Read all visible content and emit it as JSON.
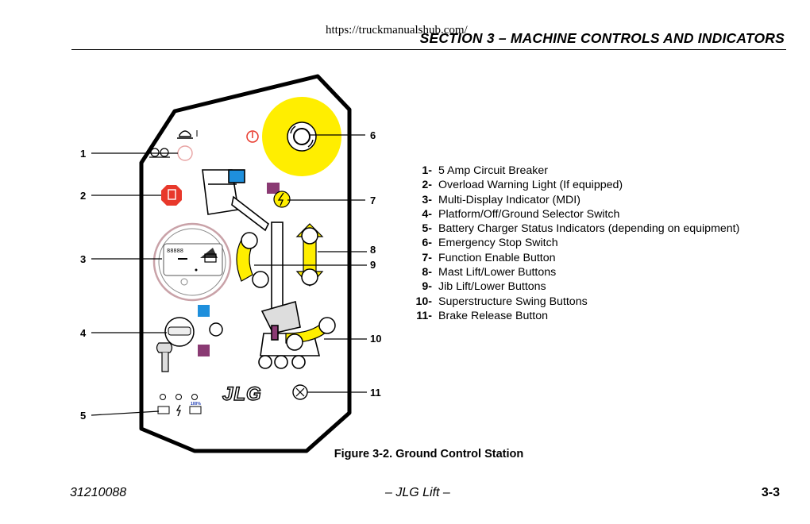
{
  "header": {
    "url": "https://truckmanualshub.com/",
    "section_title": "SECTION 3 – MACHINE CONTROLS AND INDICATORS"
  },
  "figure": {
    "callouts": [
      "1",
      "2",
      "3",
      "4",
      "5",
      "6",
      "7",
      "8",
      "9",
      "10",
      "11"
    ],
    "logo_text": "JLG",
    "charger_full_label": "100%",
    "mdi_readout": "88888",
    "caption": "Figure 3-2. Ground Control Station"
  },
  "legend": {
    "items": [
      {
        "num": "1-",
        "label": "5 Amp Circuit Breaker"
      },
      {
        "num": "2-",
        "label": "Overload Warning Light (If equipped)"
      },
      {
        "num": "3-",
        "label": "Multi-Display Indicator (MDI)"
      },
      {
        "num": "4-",
        "label": "Platform/Off/Ground Selector Switch"
      },
      {
        "num": "5-",
        "label": "Battery Charger Status Indicators (depending on equipment)"
      },
      {
        "num": "6-",
        "label": "Emergency Stop Switch"
      },
      {
        "num": "7-",
        "label": "Function Enable Button"
      },
      {
        "num": "8-",
        "label": "Mast Lift/Lower Buttons"
      },
      {
        "num": "9-",
        "label": "Jib Lift/Lower Buttons"
      },
      {
        "num": "10-",
        "label": "Superstructure Swing Buttons"
      },
      {
        "num": "11-",
        "label": "Brake Release Button"
      }
    ]
  },
  "footer": {
    "doc_number": "31210088",
    "center": "– JLG Lift –",
    "page": "3-3"
  },
  "colors": {
    "yellow": "#ffee00",
    "red": "#e8382b",
    "blue": "#1e8fdc",
    "purple": "#8a3a73"
  }
}
